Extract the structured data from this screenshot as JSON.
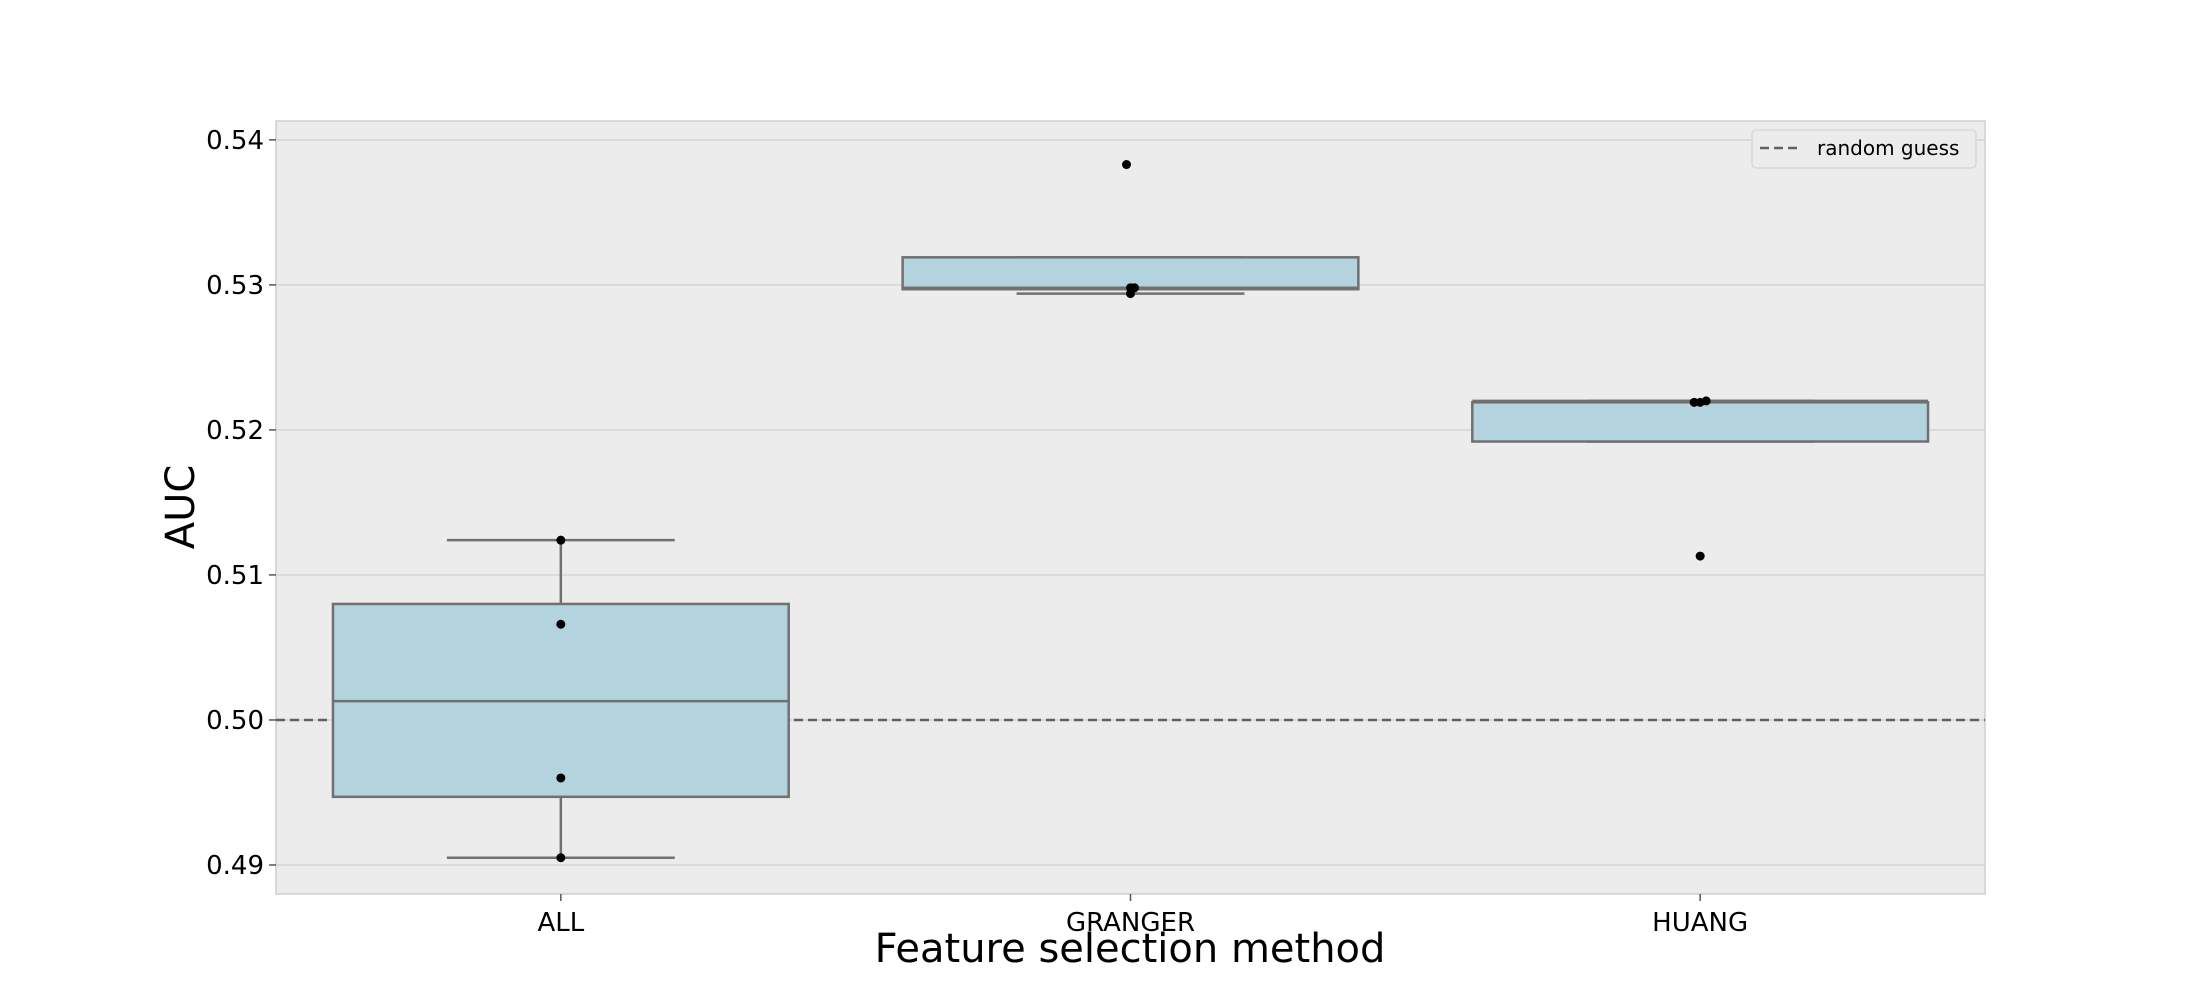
{
  "chart_data": {
    "type": "box",
    "xlabel": "Feature selection method",
    "ylabel": "AUC",
    "categories": [
      "ALL",
      "GRANGER",
      "HUANG"
    ],
    "ylim": [
      0.488,
      0.5413
    ],
    "yticks": [
      0.49,
      0.5,
      0.51,
      0.52,
      0.53,
      0.54
    ],
    "ytick_labels": [
      "0.49",
      "0.50",
      "0.51",
      "0.52",
      "0.53",
      "0.54"
    ],
    "grid": true,
    "boxes": [
      {
        "category": "ALL",
        "whisker_low": 0.4905,
        "q1": 0.4947,
        "median": 0.5013,
        "q3": 0.508,
        "whisker_high": 0.5124,
        "outliers": []
      },
      {
        "category": "GRANGER",
        "whisker_low": 0.5294,
        "q1": 0.5297,
        "median": 0.5298,
        "q3": 0.5319,
        "whisker_high": 0.5319,
        "outliers": [
          0.5383
        ]
      },
      {
        "category": "HUANG",
        "whisker_low": 0.5192,
        "q1": 0.5192,
        "median": 0.522,
        "q3": 0.5219,
        "whisker_high": 0.522,
        "outliers": [
          0.5113
        ]
      }
    ],
    "points": [
      {
        "category": "ALL",
        "values": [
          0.5124,
          0.5066,
          0.496,
          0.4905
        ]
      },
      {
        "category": "GRANGER",
        "values": [
          0.5383,
          0.5298,
          0.5298,
          0.5294
        ]
      },
      {
        "category": "HUANG",
        "values": [
          0.5219,
          0.5219,
          0.522,
          0.5113
        ]
      }
    ],
    "reference_line": {
      "y": 0.5,
      "label": "random guess",
      "style": "dashed"
    },
    "legend": {
      "entries": [
        "random guess"
      ],
      "placement": "top-right"
    },
    "colors": {
      "box_fill": "#b3d4df",
      "box_edge": "#707070",
      "plot_bg": "#ececec",
      "grid": "#d4d4d4",
      "points": "#000000",
      "reference_line": "#606060"
    }
  }
}
